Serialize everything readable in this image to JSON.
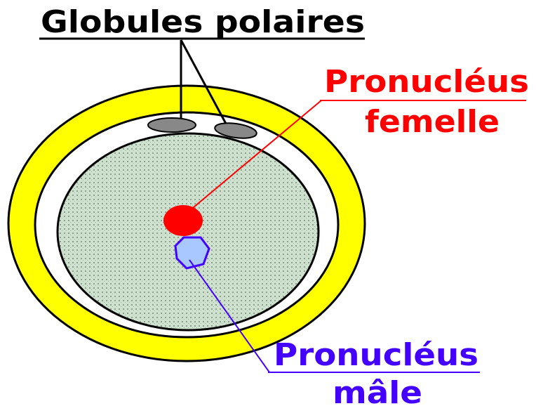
{
  "labels": {
    "polar_bodies": "Globules polaires",
    "female_pronucleus_line1": "Pronucléus",
    "female_pronucleus_line2": "femelle",
    "male_pronucleus_line1": "Pronucléus",
    "male_pronucleus_line2": "mâle"
  },
  "colors": {
    "zona_pellucida": "#ffff00",
    "cytoplasm": "#c8dcc8",
    "cytoplasm_dots": "#8a9a8a",
    "polar_body": "#888888",
    "female_pronucleus": "#ff0000",
    "male_pronucleus": "#a8c8ff",
    "female_label": "#ff0000",
    "male_label": "#4400ff",
    "polar_label": "#000000"
  }
}
